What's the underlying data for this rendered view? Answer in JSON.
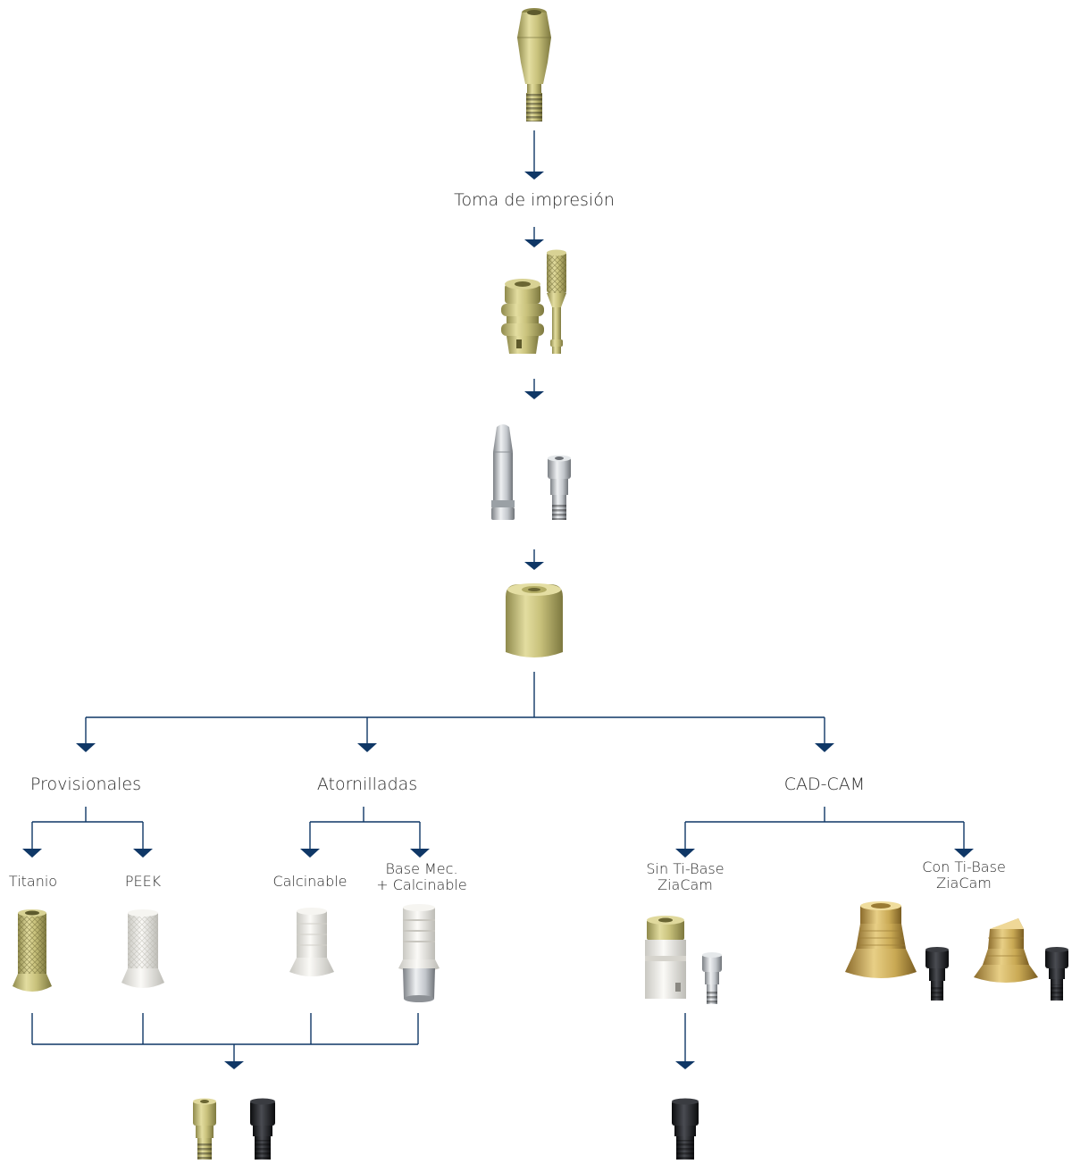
{
  "diagram": {
    "steps": {
      "impression": "Toma de impresión"
    },
    "categories": {
      "provisionales": "Provisionales",
      "atornilladas": "Atornilladas",
      "cadcam": "CAD-CAM"
    },
    "options": {
      "titanio": "Titanio",
      "peek": "PEEK",
      "calcinable": "Calcinable",
      "base_mec_line1": "Base Mec.",
      "base_mec_line2": "+ Calcinable",
      "sin_tibase_line1": "Sin Ti-Base",
      "sin_tibase_line2": "ZiaCam",
      "con_tibase_line1": "Con Ti-Base",
      "con_tibase_line2": "ZiaCam"
    },
    "icons": [
      "multi-unit-abutment-icon",
      "impression-coping-icon",
      "lab-analog-icon",
      "healing-cap-icon",
      "titanium-cylinder-icon",
      "peek-cylinder-icon",
      "castable-cylinder-icon",
      "mechanized-base-castable-icon",
      "ziacam-abutment-icon",
      "tibase-ziacam-icon",
      "prosthetic-screws-icon",
      "prosthetic-screw-icon"
    ],
    "colors": {
      "connector": "#0f3766",
      "gold": "#c8c07a",
      "brass": "#c9a954",
      "silver": "#bfc3c8",
      "white_part": "#ecebe6",
      "black_screw": "#1c1d20"
    }
  }
}
